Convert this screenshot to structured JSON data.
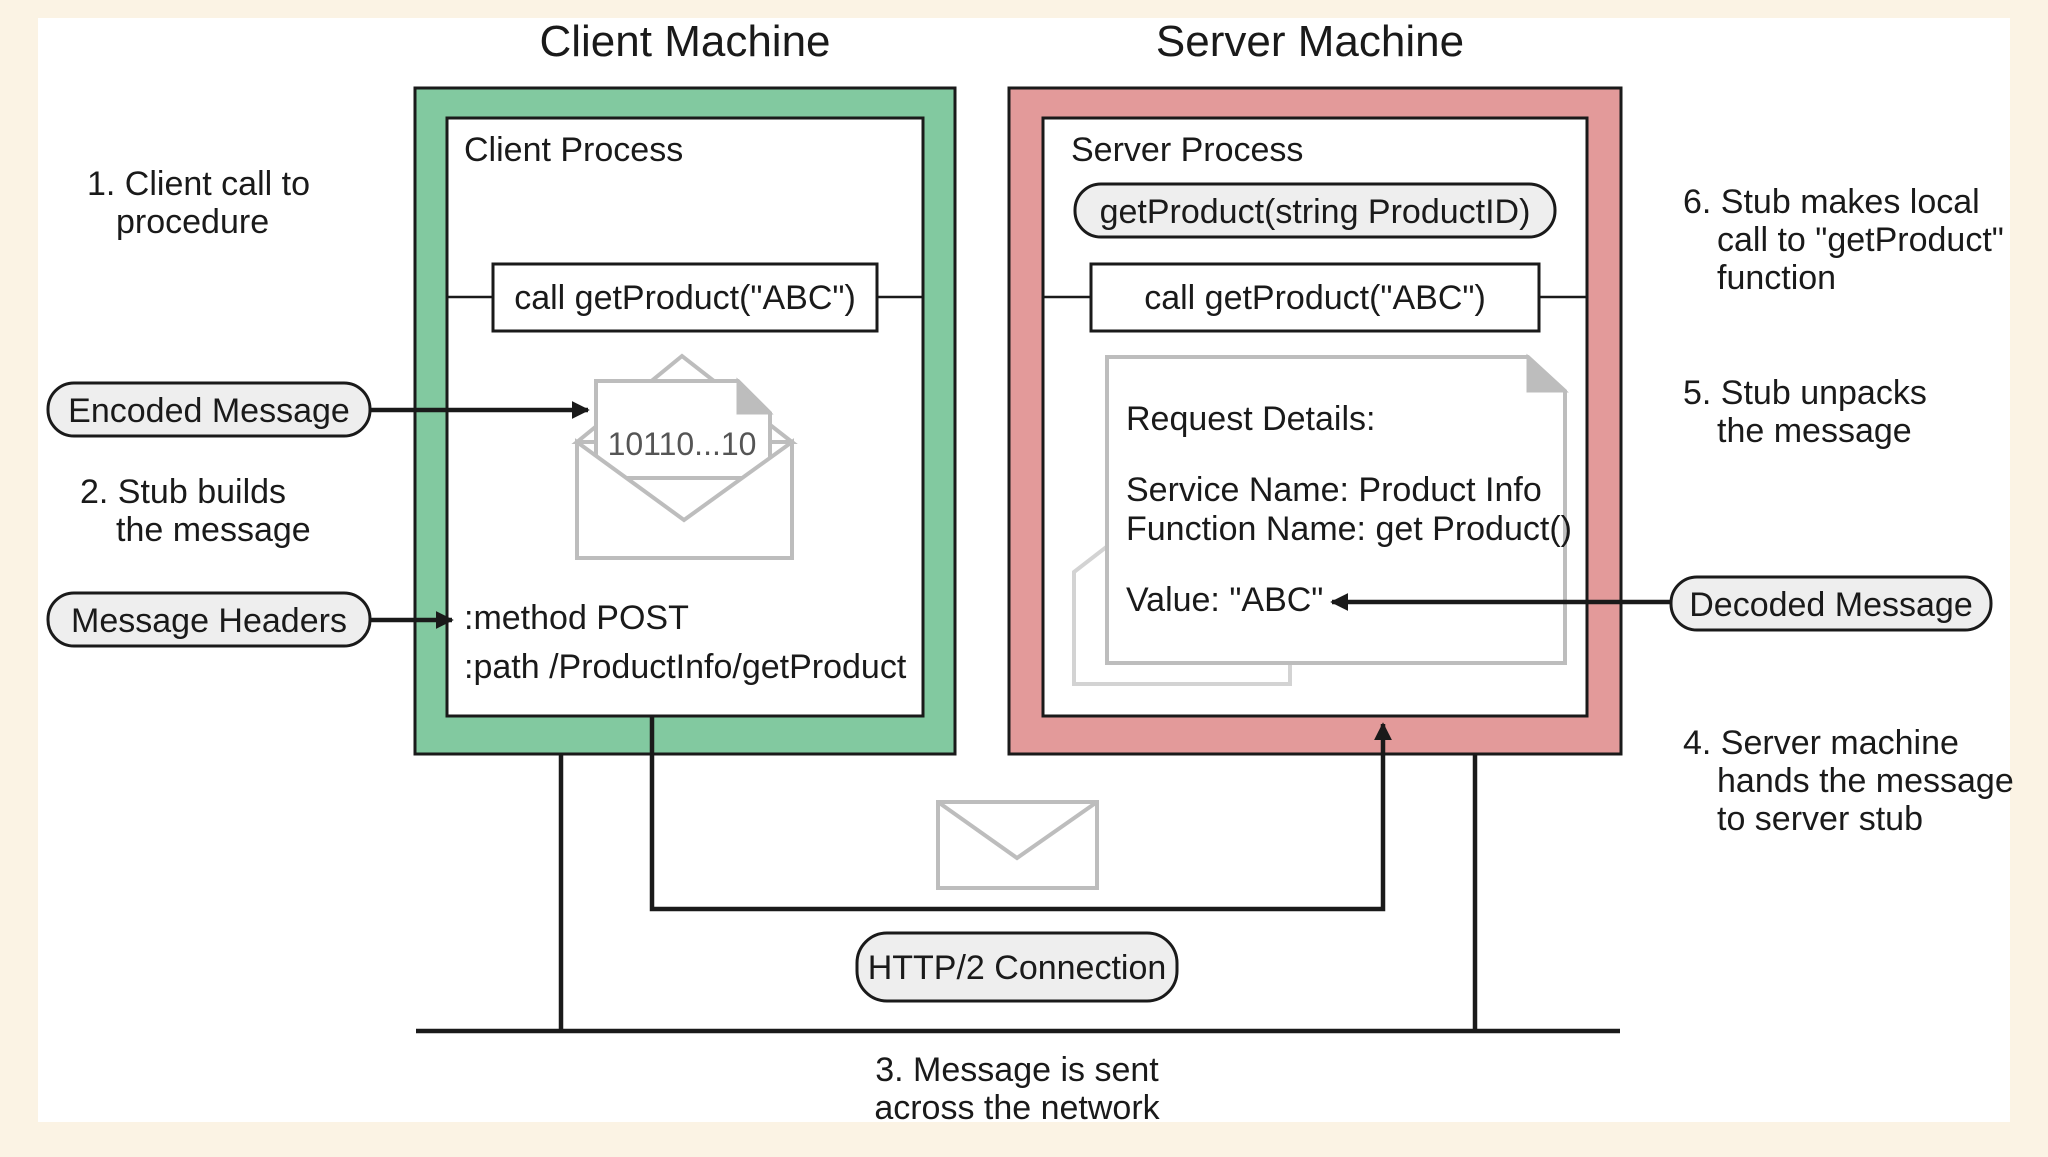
{
  "titles": {
    "client_machine": "Client Machine",
    "server_machine": "Server Machine"
  },
  "client": {
    "process_label": "Client Process",
    "call": "call getProduct(\"ABC\")",
    "envelope_text": "10110...10",
    "header_method": ":method POST",
    "header_path": ":path /ProductInfo/getProduct"
  },
  "server": {
    "process_label": "Server Process",
    "signature": "getProduct(string ProductID)",
    "call": "call getProduct(\"ABC\")",
    "details_title": "Request Details:",
    "service_name": "Service Name: Product Info",
    "function_name": "Function Name: get Product()",
    "value": "Value: \"ABC\""
  },
  "tags": {
    "encoded_message": "Encoded Message",
    "message_headers": "Message Headers",
    "decoded_message": "Decoded Message",
    "connection": "HTTP/2 Connection"
  },
  "steps": {
    "s1_line1": "1. Client call to",
    "s1_line2": "procedure",
    "s2_line1": "2. Stub builds",
    "s2_line2": "the message",
    "s3_line1": "3. Message is sent",
    "s3_line2": "across the network",
    "s4_line1": "4. Server machine",
    "s4_line2": "hands the message",
    "s4_line3": "to server stub",
    "s5_line1": "5. Stub unpacks",
    "s5_line2": "the message",
    "s6_line1": "6. Stub makes local",
    "s6_line2": "call to \"getProduct\"",
    "s6_line3": "function"
  },
  "colors": {
    "page_background": "#fbf3e4",
    "canvas_background": "#ffffff",
    "client_frame": "#82c9a0",
    "server_frame": "#e39a9a",
    "pill_fill": "#eeeeee",
    "envelope_stroke": "#bdbdbd"
  }
}
